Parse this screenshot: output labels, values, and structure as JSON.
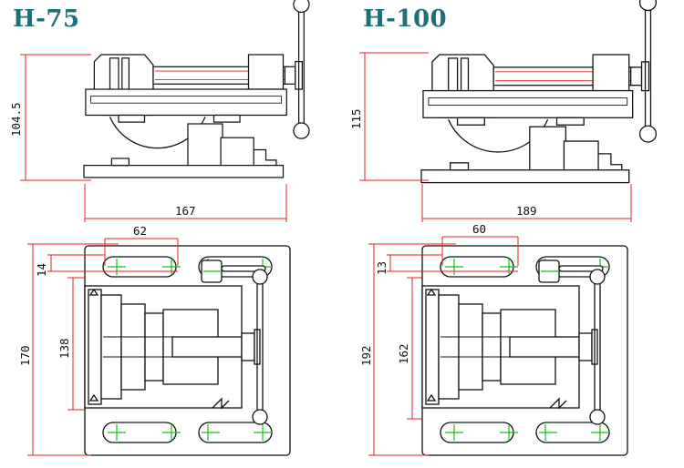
{
  "colors": {
    "title": "#1e6f78",
    "outline": "#111111",
    "dimension": "#e02020",
    "centerline": "#18c018"
  },
  "models": [
    {
      "title": "H-75",
      "dims": {
        "side_height": "104.5",
        "side_length": "167",
        "top_spacing": "62",
        "top_offset": "14",
        "top_width": "170",
        "top_inner": "138"
      }
    },
    {
      "title": "H-100",
      "dims": {
        "side_height": "115",
        "side_length": "189",
        "top_spacing": "60",
        "top_offset": "13",
        "top_width": "192",
        "top_inner": "162"
      }
    }
  ]
}
